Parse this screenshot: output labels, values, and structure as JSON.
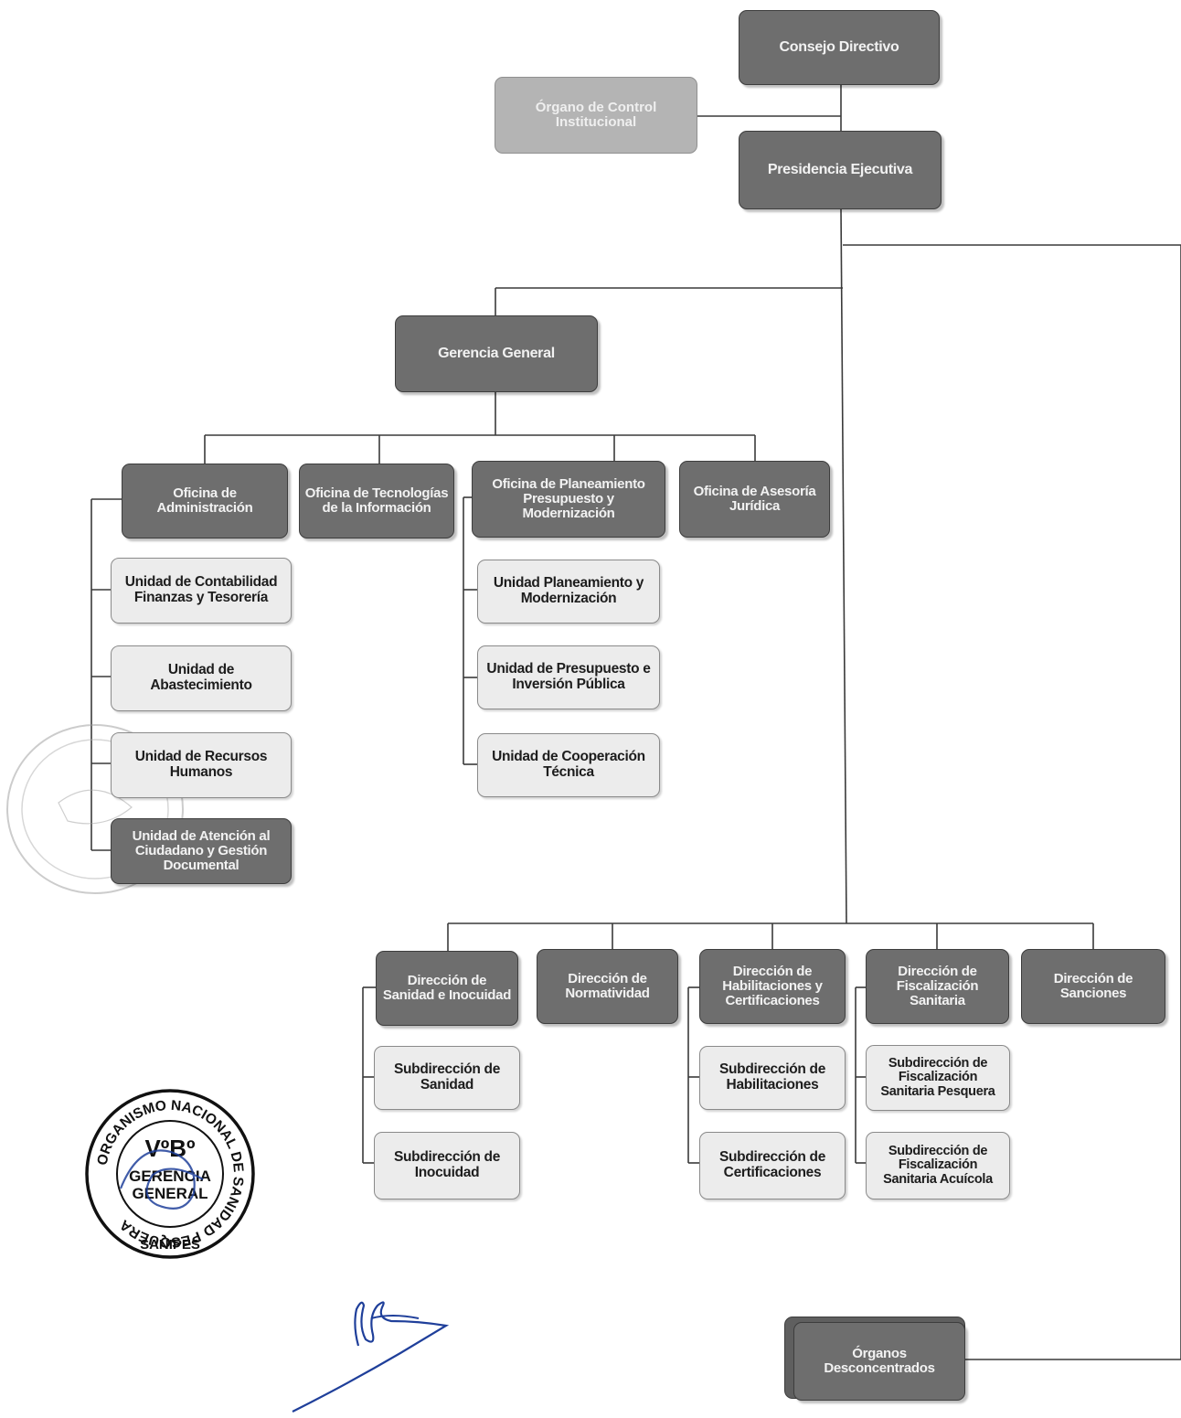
{
  "org": {
    "consejo_directivo": "Consejo Directivo",
    "organo_control": "Órgano de Control Institucional",
    "presidencia": "Presidencia Ejecutiva",
    "gerencia_general": "Gerencia General",
    "oficina_administracion": "Oficina de Administración",
    "oficina_tecnologias": "Oficina de Tecnologías de la Información",
    "oficina_planeamiento": "Oficina de Planeamiento Presupuesto y Modernización",
    "oficina_asesoria": "Oficina de Asesoría Jurídica",
    "unidad_contabilidad": "Unidad de Contabilidad Finanzas y Tesorería",
    "unidad_abastecimiento": "Unidad de Abastecimiento",
    "unidad_rrhh": "Unidad de Recursos Humanos",
    "unidad_atencion": "Unidad de Atención al Ciudadano y Gestión Documental",
    "unidad_planeamiento": "Unidad Planeamiento y Modernización",
    "unidad_presupuesto": "Unidad de Presupuesto e Inversión Pública",
    "unidad_cooperacion": "Unidad de Cooperación Técnica",
    "dir_sanidad": "Dirección de Sanidad e Inocuidad",
    "dir_normatividad": "Dirección de Normatividad",
    "dir_habilitaciones": "Dirección de Habilitaciones y Certificaciones",
    "dir_fiscalizacion": "Dirección de Fiscalización Sanitaria",
    "dir_sanciones": "Dirección de Sanciones",
    "sub_sanidad": "Subdirección de Sanidad",
    "sub_inocuidad": "Subdirección de Inocuidad",
    "sub_habilitaciones": "Subdirección de Habilitaciones",
    "sub_certificaciones": "Subdirección de Certificaciones",
    "sub_fisc_pesquera": "Subdirección de Fiscalización Sanitaria Pesquera",
    "sub_fisc_acuicola": "Subdirección de Fiscalización Sanitaria Acuícola",
    "organos_desconcentrados": "Órganos Desconcentrados"
  },
  "stamp": {
    "ring_text": "ORGANISMO NACIONAL DE SANIDAD PESQUERA",
    "vb": "VºBº",
    "line1": "GERENCIA",
    "line2": "GENERAL",
    "bottom": "SANIPES"
  },
  "colors": {
    "dark_box": "#6e6e6e",
    "light_box": "#ececec",
    "pale_box": "#b4b4b4",
    "stamp_ink": "#111111",
    "signature_ink": "#1f3f9a"
  }
}
